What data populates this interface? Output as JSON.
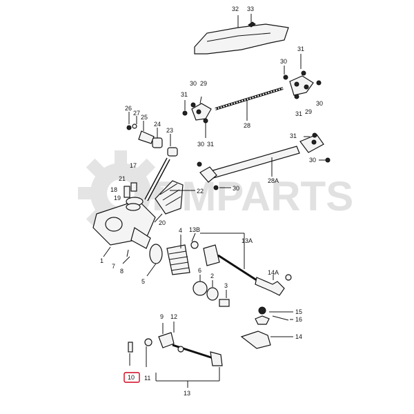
{
  "watermark": {
    "text": "RMPARTS"
  },
  "labels": {
    "l32": "32",
    "l33": "33",
    "l31a": "31",
    "l30a": "30",
    "l31b": "31",
    "l29a": "29",
    "l30b": "30",
    "l30c": "30",
    "l29b": "29",
    "l31c": "31",
    "l28": "28",
    "l26": "26",
    "l27": "27",
    "l25": "25",
    "l24": "24",
    "l23": "23",
    "l30d": "30",
    "l31d": "31",
    "l31e": "31",
    "l28a": "28A",
    "l30e": "30",
    "l30f": "30",
    "l17": "17",
    "l21": "21",
    "l18": "18",
    "l19": "19",
    "l22": "22",
    "l20": "20",
    "l4": "4",
    "l13b": "13B",
    "l13a": "13A",
    "l1": "1",
    "l7": "7",
    "l8": "8",
    "l5": "5",
    "l6": "6",
    "l2": "2",
    "l3": "3",
    "l14a": "14A",
    "l15": "15",
    "l16": "16",
    "l14": "14",
    "l9": "9",
    "l12": "12",
    "l10": "10",
    "l11": "11",
    "l13": "13"
  },
  "highlight": {
    "color": "#d0021b",
    "part": "10"
  }
}
